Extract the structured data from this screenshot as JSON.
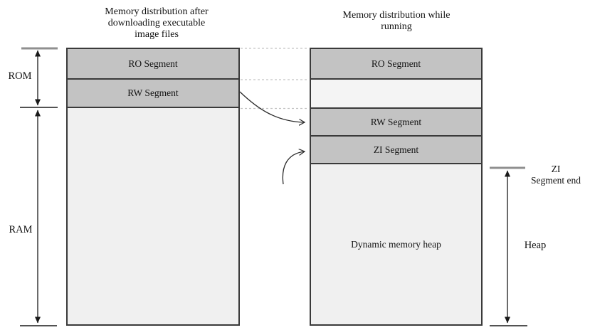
{
  "titles": {
    "left": "Memory distribution after\ndownloading executable\nimage files",
    "right": "Memory distribution while\nrunning"
  },
  "left_column": {
    "ro_label": "RO Segment",
    "rw_label": "RW Segment"
  },
  "right_column": {
    "ro_label": "RO Segment",
    "rw_label": "RW Segment",
    "zi_label": "ZI Segment",
    "heap_label": "Dynamic memory heap"
  },
  "side_labels": {
    "rom": "ROM",
    "ram": "RAM",
    "heap": "Heap",
    "zi_end": "ZI\nSegment end"
  },
  "colors": {
    "segment_fill": "#c3c3c3",
    "light_fill": "#f0f0f0",
    "gap_fill": "#f4f4f4",
    "border": "#3a3a3a",
    "dashed_line": "#c4c4c4",
    "arrow": "#1a1a1a",
    "gray_tick": "#8f8f8f"
  }
}
